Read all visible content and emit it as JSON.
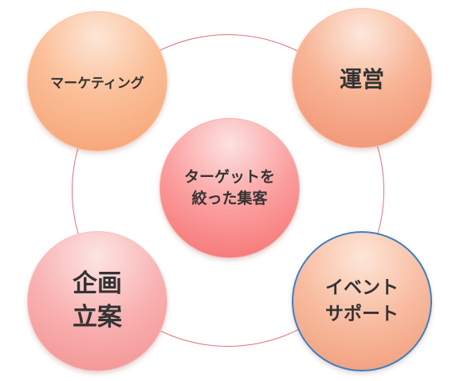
{
  "diagram": {
    "center": {
      "line1": "ターゲットを",
      "line2": "絞った集客"
    },
    "nodes": {
      "marketing": "マーケティング",
      "operations": "運営",
      "planning": {
        "line1": "企画",
        "line2": "立案"
      },
      "event": {
        "line1": "イベント",
        "line2": "サポート"
      }
    }
  },
  "colors": {
    "ring": "#e0707a",
    "selected_border": "#3d7fc1"
  }
}
